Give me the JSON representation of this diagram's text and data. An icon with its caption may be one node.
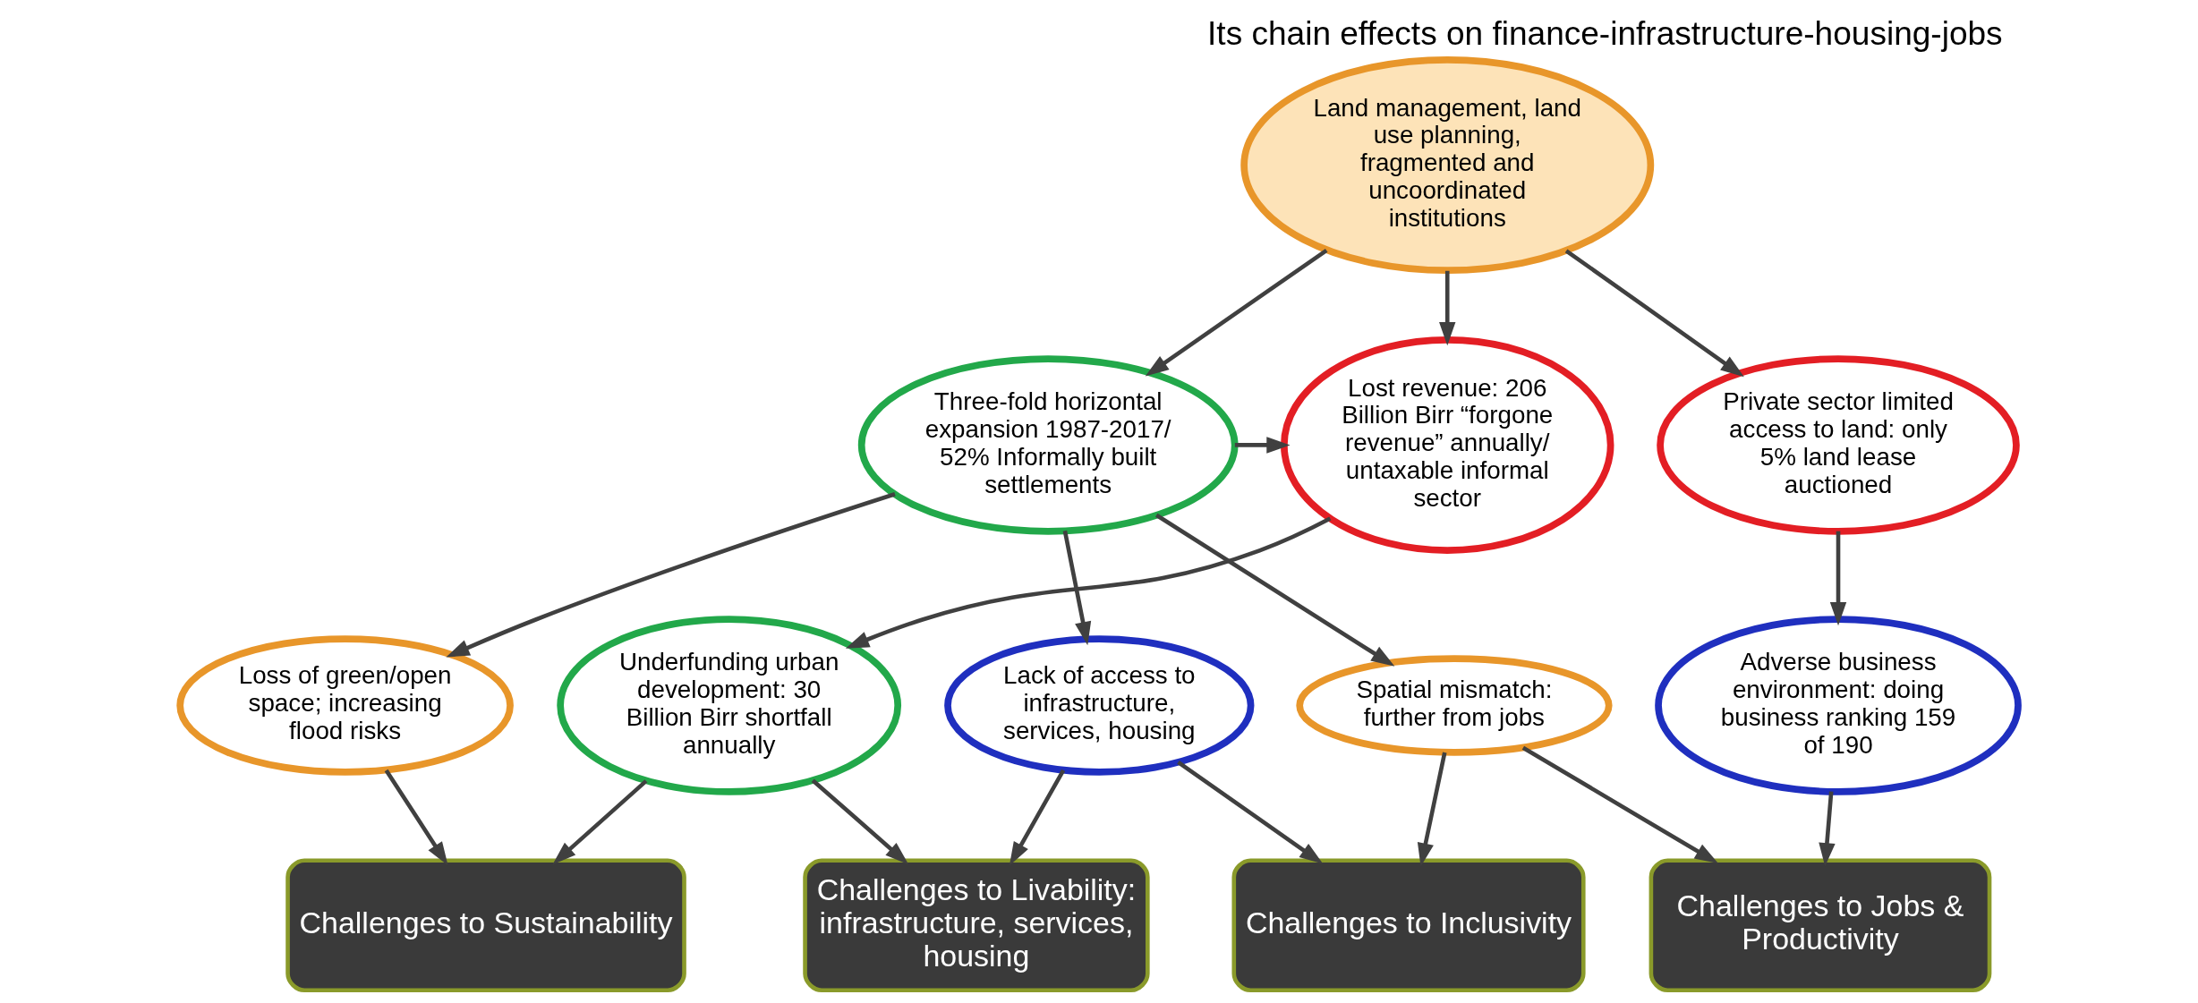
{
  "diagram": {
    "title": "Its chain effects on finance-infrastructure-housing-jobs",
    "nodes": [
      {
        "text": [
          "Land management, land use planning, fragmented and uncoordinated institutions"
        ]
      },
      {
        "text": [
          "Lost revenue: 206 Billion Birr “forgone revenue” annually/ untaxable informal sector"
        ]
      },
      {
        "text": [
          "Three-fold horizontal expansion 1987-2017/ 52% Informally built settlements"
        ]
      },
      {
        "text": [
          "Private sector limited access to land: only 5% land lease auctioned"
        ]
      },
      {
        "text": [
          "Underfunding urban development: 30 Billion Birr shortfall annually"
        ]
      },
      {
        "text": [
          "Loss of green/open space; increasing flood risks"
        ]
      },
      {
        "text": [
          "Lack of access to infrastructure, services, housing"
        ]
      },
      {
        "text": [
          "Spatial mismatch: further from jobs"
        ]
      },
      {
        "text": [
          "Adverse business environment: doing business ranking 159 of 190"
        ]
      },
      {
        "text": [
          "Challenges to Sustainability"
        ]
      },
      {
        "text": [
          "Challenges to Livability: infrastructure, services, housing"
        ]
      },
      {
        "text": [
          "Challenges to Inclusivity"
        ]
      },
      {
        "text": [
          "Challenges to Jobs & Productivity"
        ]
      }
    ],
    "edges": [
      {
        "from": 0,
        "to": 1,
        "arrow": "to"
      },
      {
        "from": 0,
        "to": 2,
        "arrow": "to"
      },
      {
        "from": 0,
        "to": 3,
        "arrow": "to"
      },
      {
        "from": 2,
        "to": 1,
        "arrow": "to"
      },
      {
        "from": 1,
        "to": 4,
        "arrow": "to"
      },
      {
        "from": 2,
        "to": 5,
        "arrow": "to"
      },
      {
        "from": 2,
        "to": 6,
        "arrow": "to"
      },
      {
        "from": 2,
        "to": 7,
        "arrow": "to"
      },
      {
        "from": 3,
        "to": 8,
        "arrow": "to"
      },
      {
        "from": 4,
        "to": 9,
        "arrow": "to"
      },
      {
        "from": 4,
        "to": 10,
        "arrow": "to"
      },
      {
        "from": 5,
        "to": 9,
        "arrow": "to"
      },
      {
        "from": 6,
        "to": 10,
        "arrow": "to"
      },
      {
        "from": 6,
        "to": 11,
        "arrow": "to"
      },
      {
        "from": 7,
        "to": 11,
        "arrow": "to"
      },
      {
        "from": 7,
        "to": 12,
        "arrow": "to"
      },
      {
        "from": 8,
        "to": 12,
        "arrow": "to"
      }
    ]
  }
}
